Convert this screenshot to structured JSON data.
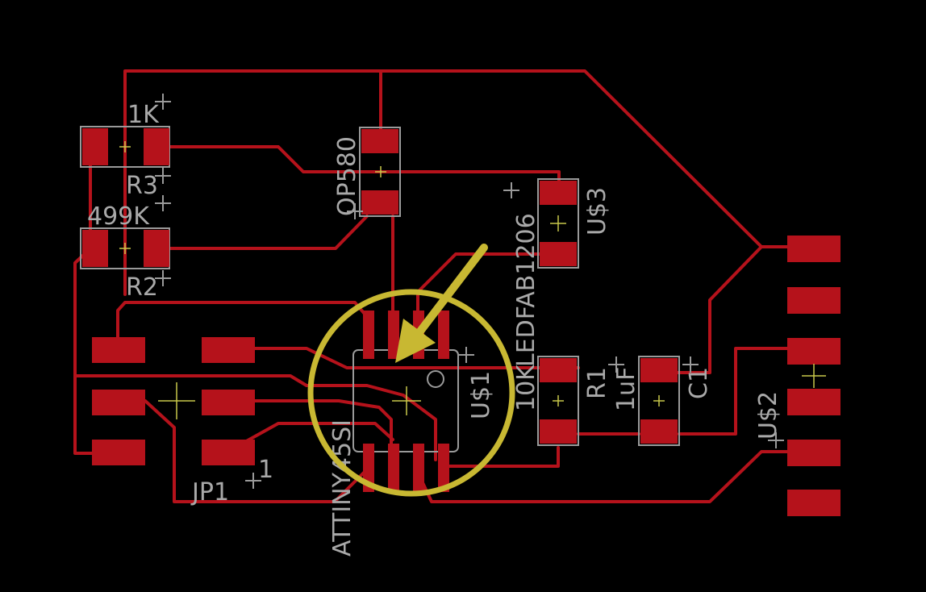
{
  "board": {
    "background_color": "#000000",
    "trace_color": "#b5121b",
    "silkscreen_color": "#a9a9a9",
    "highlight_color": "#c8b832"
  },
  "labels": {
    "r3_value": "1K",
    "r3_name": "R3",
    "r2_value": "499K",
    "r2_name": "R2",
    "phototransistor": "OP580",
    "led_package": "LEDFAB1206",
    "led_name": "U$3",
    "mcu_package": "ATTINY45SI",
    "mcu_name": "U$1",
    "r1_value": "10K",
    "r1_name": "R1",
    "c1_value": "1uF",
    "c1_name": "C1",
    "header_name": "U$2",
    "jp1_name": "JP1",
    "jp1_pin": "1"
  }
}
